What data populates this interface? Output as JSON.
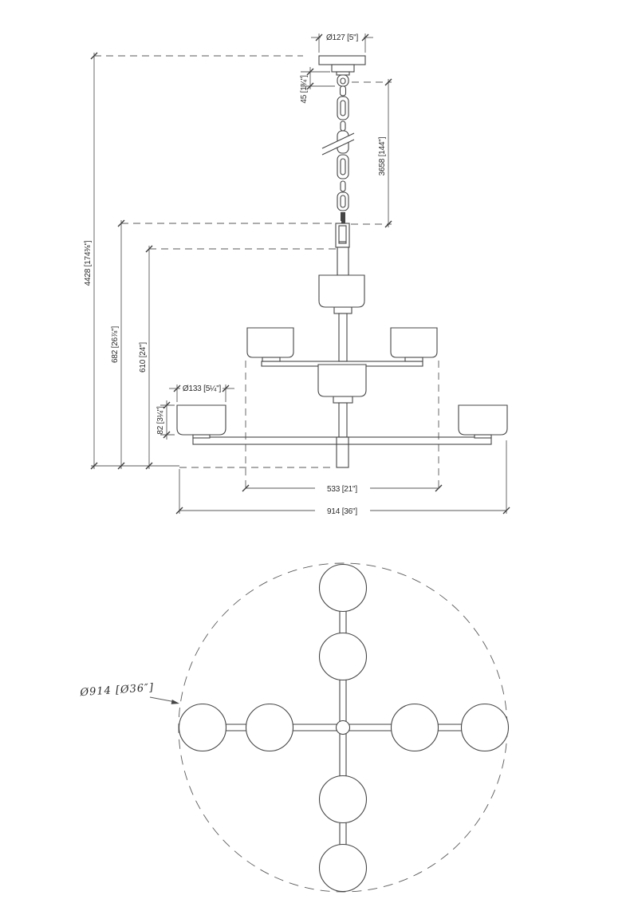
{
  "page": {
    "background": "#ffffff",
    "line_color": "#454545"
  },
  "front_view": {
    "dimensions": {
      "canopy_diameter": "Ø127 [5\"]",
      "canopy_to_chain": "45 [1¾\"]",
      "chain_length": "3658 [144\"]",
      "overall_height": "4428 [174⅜\"]",
      "ceiling_to_body": "682 [26⅞\"]",
      "body_height": "610 [24\"]",
      "shade_diameter": "Ø133 [5¼\"]",
      "shade_height": "82 [3¼\"]",
      "middle_tier_width": "533 [21\"]",
      "overall_width": "914 [36\"]"
    }
  },
  "plan_view": {
    "dimensions": {
      "overall_diameter": "Ø914  [Ø36″]"
    }
  }
}
